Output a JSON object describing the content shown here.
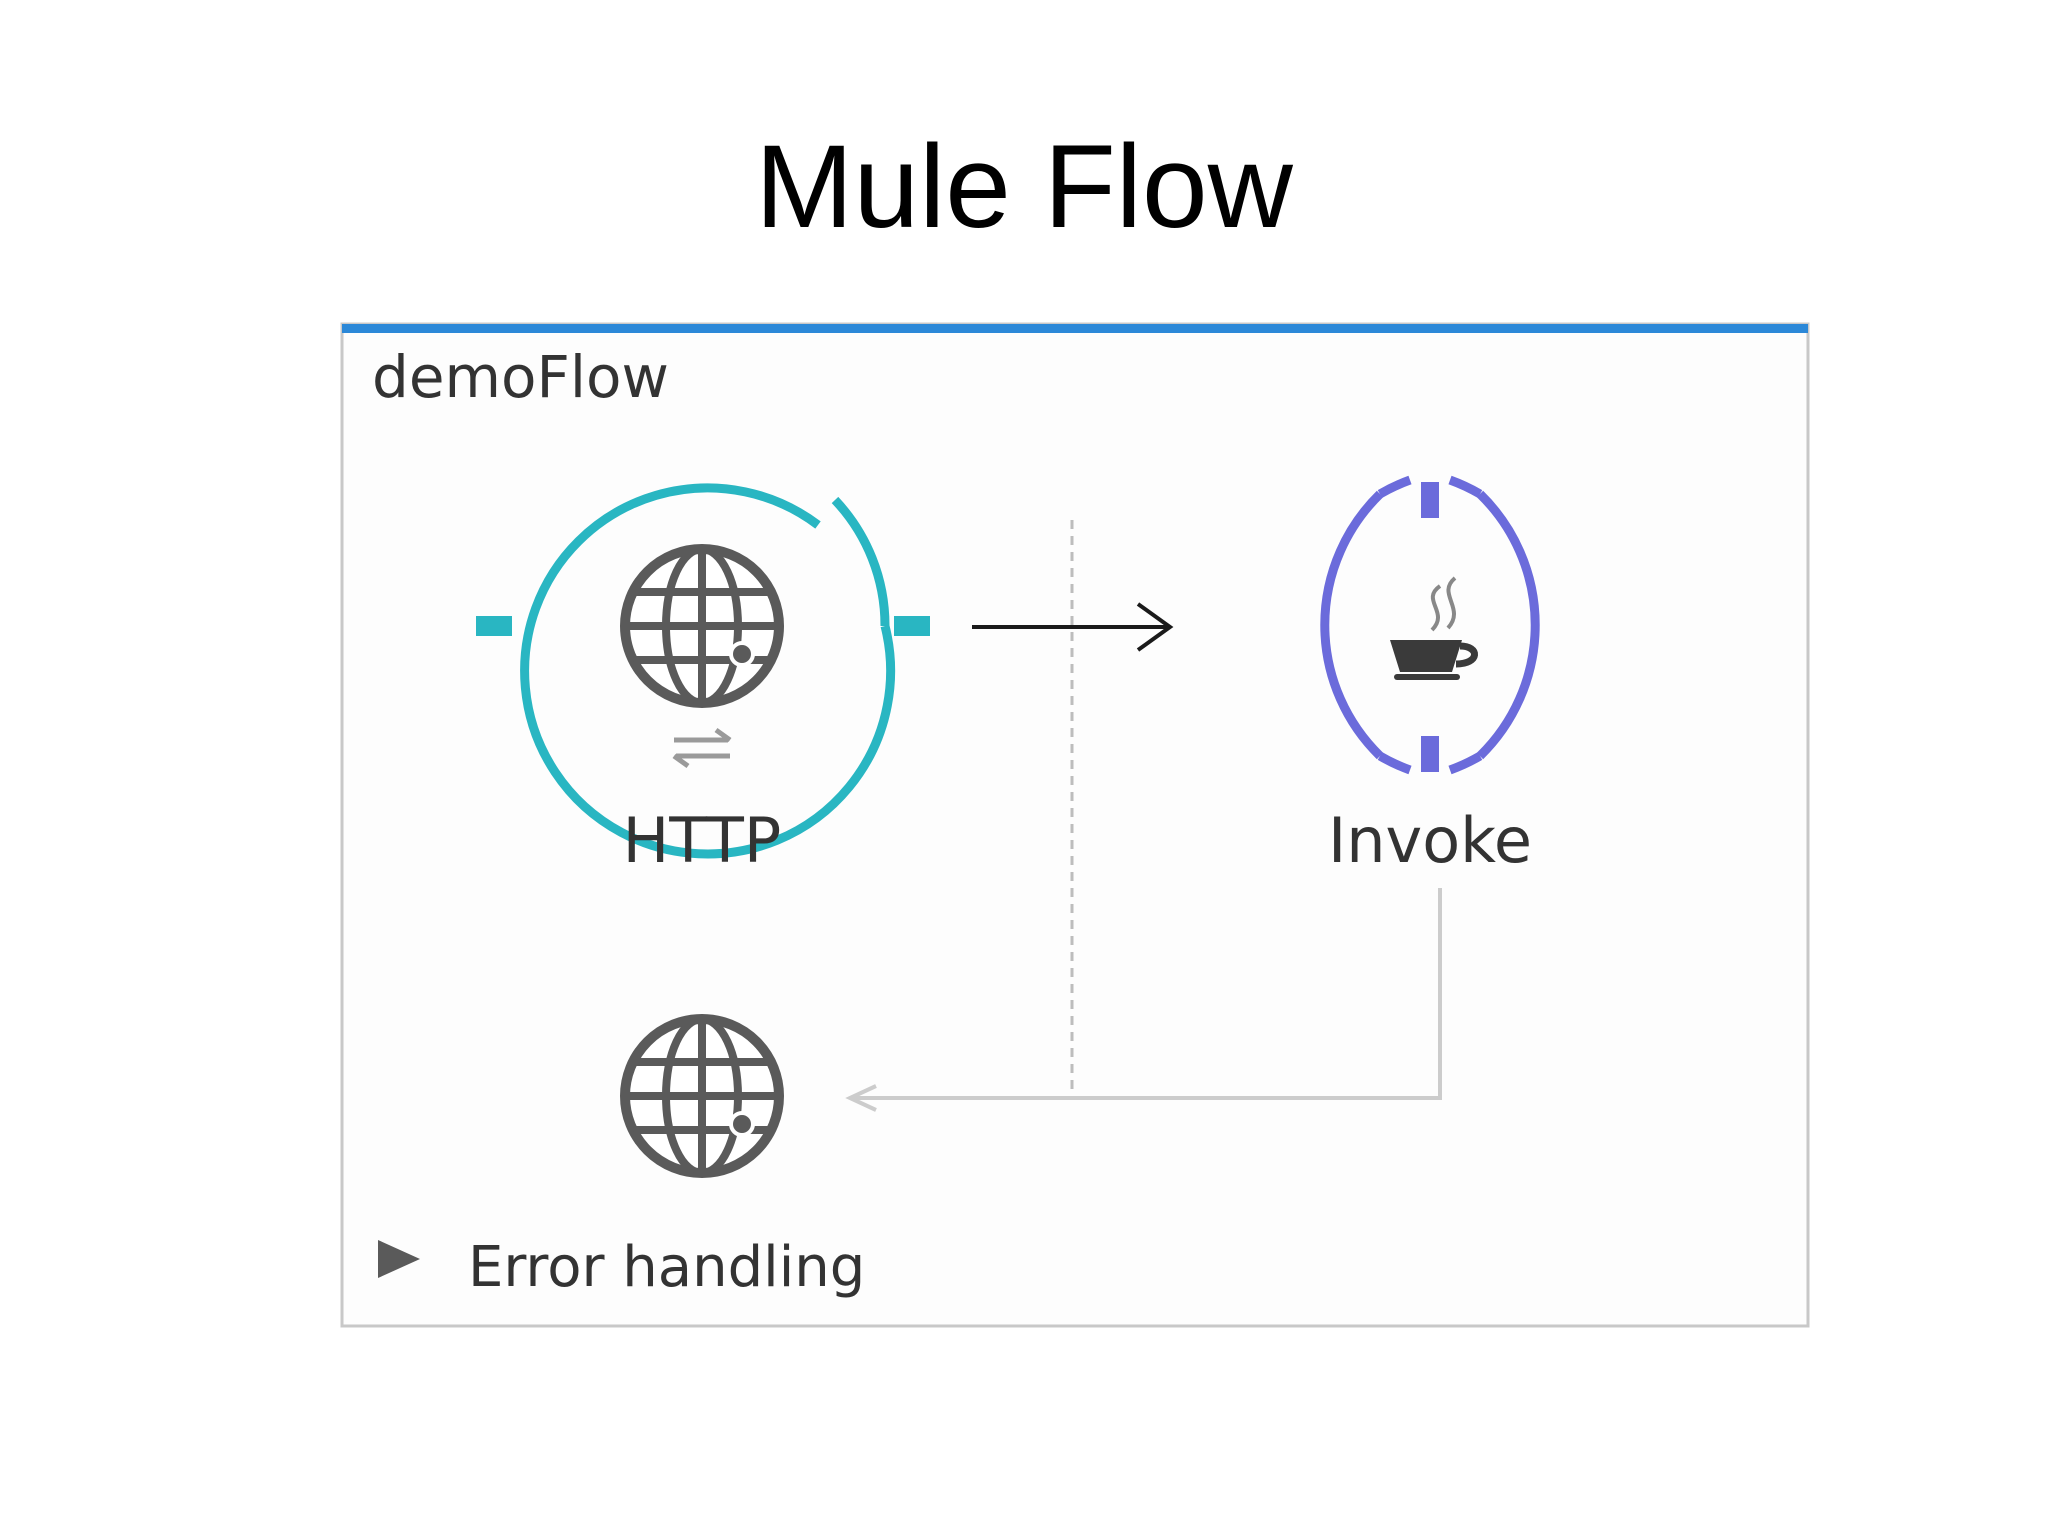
{
  "slide": {
    "title": "Mule Flow"
  },
  "flow": {
    "name": "demoFlow",
    "accent": "#2b88d8",
    "nodes": [
      {
        "label": "HTTP",
        "icon": "globe-icon",
        "color": "#29b6c2"
      },
      {
        "label": "Invoke",
        "icon": "java-cup-icon",
        "color": "#6b6bdb"
      }
    ],
    "response_icon": "globe-icon",
    "error_handling": {
      "label": "Error handling",
      "expanded": false
    }
  }
}
